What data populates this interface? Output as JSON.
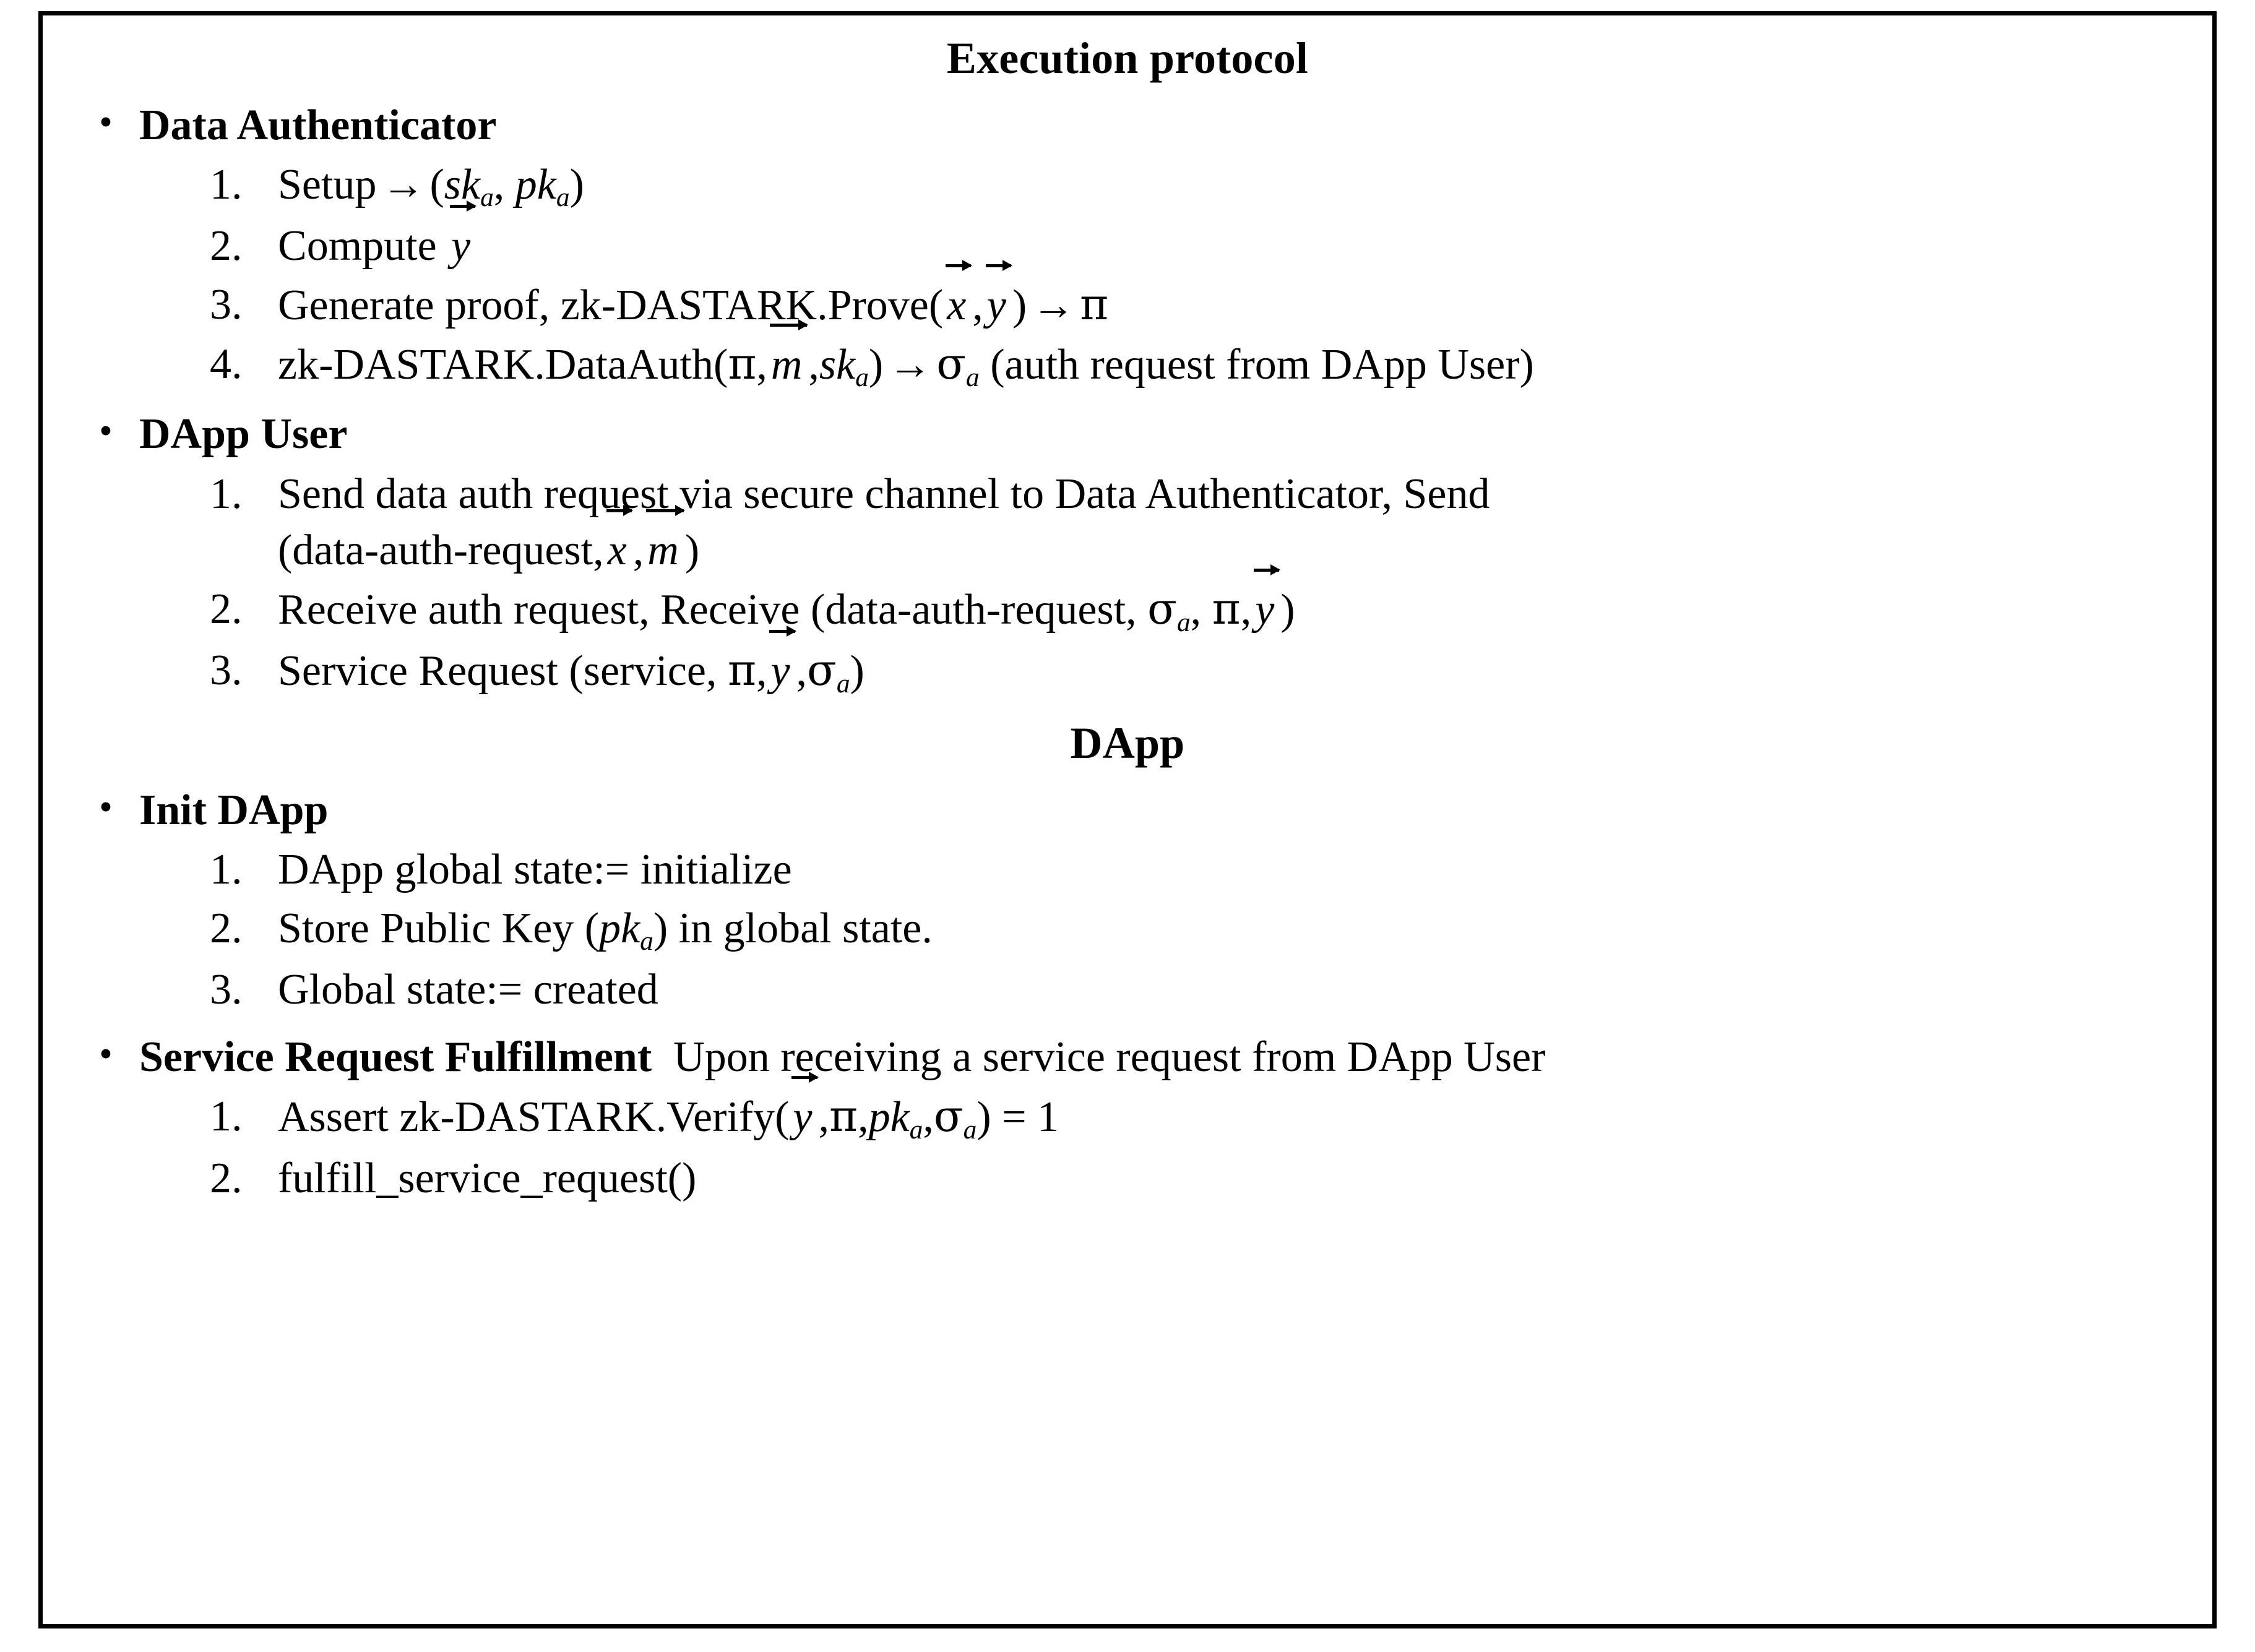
{
  "figure": {
    "title": "Execution protocol",
    "mid_title": "DApp",
    "border_color": "#000000",
    "background_color": "#ffffff",
    "text_color": "#000000"
  },
  "sections": [
    {
      "bullet": "•",
      "label": "Data Authenticator",
      "trailing": "",
      "items": [
        {
          "marker": "1.",
          "text": "Setup → (sk_a, pk_a)"
        },
        {
          "marker": "2.",
          "text": "Compute ⃗y"
        },
        {
          "marker": "3.",
          "text": "Generate proof, zk-DASTARK.Prove(⃗x, ⃗y) → π"
        },
        {
          "marker": "4.",
          "text": "zk-DASTARK.DataAuth(π, ⃗m, sk_a) → σ_a (auth request from DApp User)"
        }
      ]
    },
    {
      "bullet": "•",
      "label": "DApp User",
      "trailing": "",
      "items": [
        {
          "marker": "1.",
          "text": "Send data auth request via secure channel to Data Authenticator, Send (data-auth-request, ⃗x, ⃗m)"
        },
        {
          "marker": "2.",
          "text": "Receive auth request, Receive (data-auth-request, σ_a, π, ⃗y)"
        },
        {
          "marker": "3.",
          "text": "Service Request (service, π, ⃗y, σ_a)"
        }
      ]
    },
    {
      "bullet": "•",
      "label": "Init DApp",
      "trailing": "",
      "items": [
        {
          "marker": "1.",
          "text": "DApp global state:= initialize"
        },
        {
          "marker": "2.",
          "text": "Store Public Key (pk_a) in global state."
        },
        {
          "marker": "3.",
          "text": "Global state:= created"
        }
      ]
    },
    {
      "bullet": "•",
      "label": "Service Request Fulfillment",
      "trailing": "Upon receiving a service request from DApp User",
      "items": [
        {
          "marker": "1.",
          "text": "Assert zk-DASTARK.Verify(⃗y, π, pk_a, σ_a) = 1"
        },
        {
          "marker": "2.",
          "text": "fulfill_service_request()"
        }
      ]
    }
  ],
  "labels": {
    "setup": "Setup",
    "compute": "Compute",
    "generate_proof": "Generate proof, zk-DASTARK.Prove(",
    "prove_tail": ")",
    "dataauth_head": "zk-DASTARK.DataAuth(",
    "dataauth_tail": ")",
    "auth_request_note": "(auth request from DApp User)",
    "send_line1": "Send data auth request via secure channel to Data Authenticator, Send",
    "send_line2_head": "(data-auth-request,",
    "send_line2_tail": ")",
    "receive_head": "Receive auth request, Receive (data-auth-request,",
    "receive_tail": ")",
    "service_request_head": "Service Request (service,",
    "service_request_tail": ")",
    "dapp_global_state": "DApp global state:= initialize",
    "store_public_key_head": "Store Public Key (",
    "store_public_key_tail": ") in global state.",
    "global_state_created": "Global state:= created",
    "assert_head": "Assert zk-DASTARK.Verify(",
    "assert_tail": ") = 1",
    "fulfill": "fulfill_service_request()",
    "sk": "sk",
    "pk": "pk",
    "sub_a": "a",
    "pi": "π",
    "sigma": "σ",
    "arrow": "→",
    "equals_one": "= 1",
    "comma": ",",
    "lparen": "(",
    "rparen": ")",
    "x": "x",
    "y": "y",
    "m": "m",
    "num_1": "1.",
    "num_2": "2.",
    "num_3": "3.",
    "num_4": "4.",
    "bullet_glyph": "•"
  }
}
